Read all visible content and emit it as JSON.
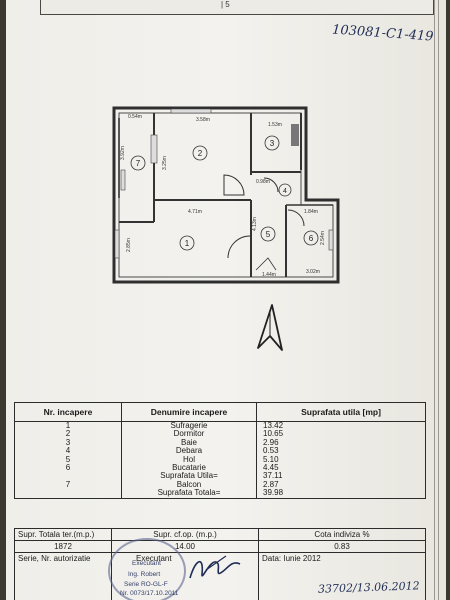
{
  "document": {
    "handwritten_ref_top": "103081-C1-419",
    "handwritten_ref_bottom": "33702/13.06.2012",
    "top_tab_text": "|  5"
  },
  "floor_plan": {
    "room_numbers": [
      "1",
      "2",
      "3",
      "4",
      "5",
      "6",
      "7"
    ],
    "dimensions": {
      "room7_width": "0.54m",
      "room2_width": "3.58m",
      "room3_width": "1.53m",
      "room7_depth": "3.92m",
      "room2_depth": "3.25m",
      "room4_width": "0.98m",
      "room1_width": "4.71m",
      "room5_depth": "4.13m",
      "room6_width": "1.84m",
      "room1_depth": "2.85m",
      "room6_depth": "2.54m",
      "hall_width": "1.44m",
      "room6_bottom": "3.02m"
    },
    "north_arrow_icon": "north-arrow-icon"
  },
  "room_table": {
    "headers": [
      "Nr. incapere",
      "Denumire incapere",
      "Suprafata utila  [mp]"
    ],
    "rows": [
      {
        "nr": "1",
        "name": "Sufragerie",
        "area": "13.42"
      },
      {
        "nr": "2",
        "name": "Dormitor",
        "area": "10.65"
      },
      {
        "nr": "3",
        "name": "Baie",
        "area": "2.96"
      },
      {
        "nr": "4",
        "name": "Debara",
        "area": "0.53"
      },
      {
        "nr": "5",
        "name": "Hol",
        "area": "5.10"
      },
      {
        "nr": "6",
        "name": "Bucatarie",
        "area": "4.45"
      },
      {
        "nr": "",
        "name": "Suprafata Utila=",
        "area": "37.11"
      },
      {
        "nr": "7",
        "name": "Balcon",
        "area": "2.87"
      },
      {
        "nr": "",
        "name": "Suprafata Totala=",
        "area": "39.98"
      }
    ]
  },
  "surfaces": {
    "supr_teren_label": "Supr. Totala ter.(m.p.)",
    "supr_teren_value": "1872",
    "supr_cf_label": "Supr. cf.op. (m.p.)",
    "supr_cf_value": "14.00",
    "cota_label": "Cota indiviza %",
    "cota_value": "0.83",
    "serie_label": "Serie, Nr. autorizatie",
    "executant_label": "Executant",
    "data_label": "Data: Iunie 2012"
  },
  "stamp": {
    "line1": "Executant",
    "line2": "Ing. Robert",
    "line3": "Serie RO-GL-F",
    "line4": "Nr. 0073/17.10.2011"
  }
}
